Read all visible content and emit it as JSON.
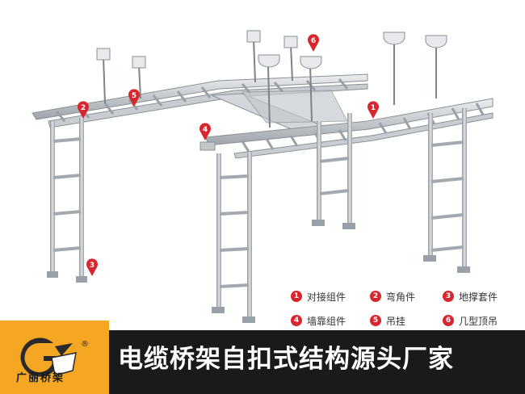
{
  "callouts": [
    {
      "num": "1",
      "label": "对接组件"
    },
    {
      "num": "2",
      "label": "弯角件"
    },
    {
      "num": "3",
      "label": "地撑套件"
    },
    {
      "num": "4",
      "label": "墙靠组件"
    },
    {
      "num": "5",
      "label": "吊挂"
    },
    {
      "num": "6",
      "label": "几型顶吊"
    }
  ],
  "diagram_pins": [
    "2",
    "5",
    "6",
    "4",
    "1",
    "3"
  ],
  "logo": {
    "name": "广丽桥架",
    "registered": "®"
  },
  "banner": {
    "title": "电缆桥架自扣式结构源头厂家"
  },
  "colors": {
    "pin": "#d8262e",
    "banner_dark": "#1a1a1a",
    "banner_orange": "#f5a623",
    "metal": "#b8bcc2"
  }
}
